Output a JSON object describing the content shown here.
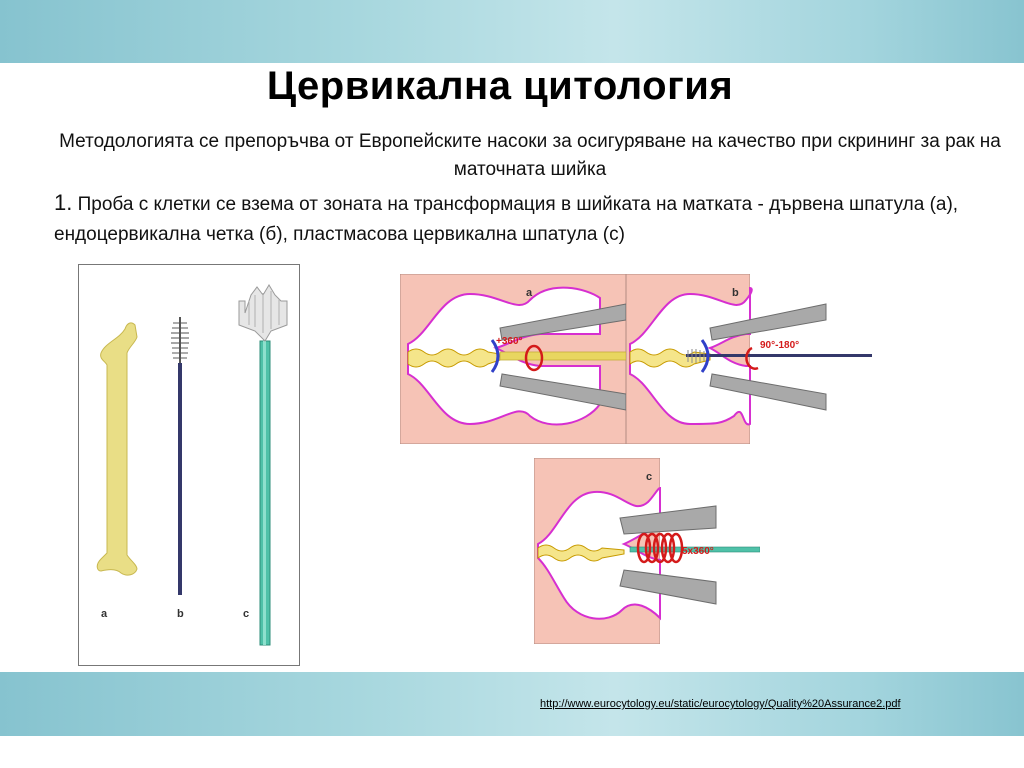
{
  "title": "Цервикална цитология",
  "subtitle": "Методологията се препоръчва от Европейските насоки за осигуряване на качество при скрининг за рак на маточната шийка",
  "point": {
    "number": "1.",
    "text": " Проба с клетки се взема от зоната  на трансформация в шийката на матката - дървена шпатула (а), ендоцервикална четка (б), пластмасова цервикална шпатула (с)"
  },
  "tools": {
    "label_a": "a",
    "label_b": "b",
    "label_c": "c"
  },
  "figures": {
    "a": {
      "letter": "a",
      "rotation": "+360°"
    },
    "b": {
      "letter": "b",
      "rotation": "90°-180°"
    },
    "c": {
      "letter": "c",
      "rotation": "5x360°"
    }
  },
  "source_link": "http://www.eurocytology.eu/static/eurocytology/Quality%20Assurance2.pdf",
  "colors": {
    "band": "#a7d7de",
    "tissue": "#f6c3b6",
    "mucosa_outline": "#d62fd0",
    "spatula_wood": "#e9de86",
    "brush": "#34386a",
    "plastic_spatula": "#4fc1a8",
    "arrow_red": "#d41a1a"
  }
}
